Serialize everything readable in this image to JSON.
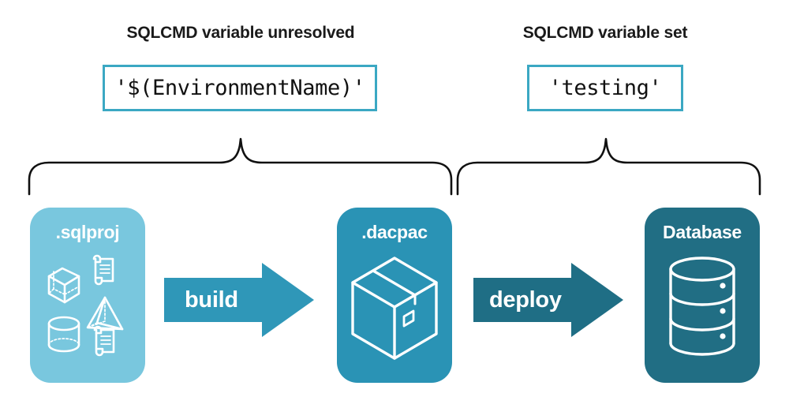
{
  "diagram": {
    "title_left": "SQLCMD variable unresolved",
    "title_right": "SQLCMD variable set",
    "value_left": "'$(EnvironmentName)'",
    "value_right": "'testing'",
    "stages": [
      {
        "id": "sqlproj",
        "label": ".sqlproj",
        "color": "#79C7DE",
        "icon": "project-artifacts-icon"
      },
      {
        "id": "dacpac",
        "label": ".dacpac",
        "color": "#2A93B5",
        "icon": "package-box-icon"
      },
      {
        "id": "database",
        "label": "Database",
        "color": "#216E84",
        "icon": "database-cylinder-icon"
      }
    ],
    "arrows": [
      {
        "id": "build",
        "label": "build",
        "color": "#2F97B8"
      },
      {
        "id": "deploy",
        "label": "deploy",
        "color": "#1F6E85"
      }
    ],
    "colors": {
      "box_border": "#3BA8C3",
      "brace_stroke": "#111111",
      "heading_text": "#1a1a1a",
      "code_text": "#111111",
      "background": "#ffffff"
    }
  }
}
